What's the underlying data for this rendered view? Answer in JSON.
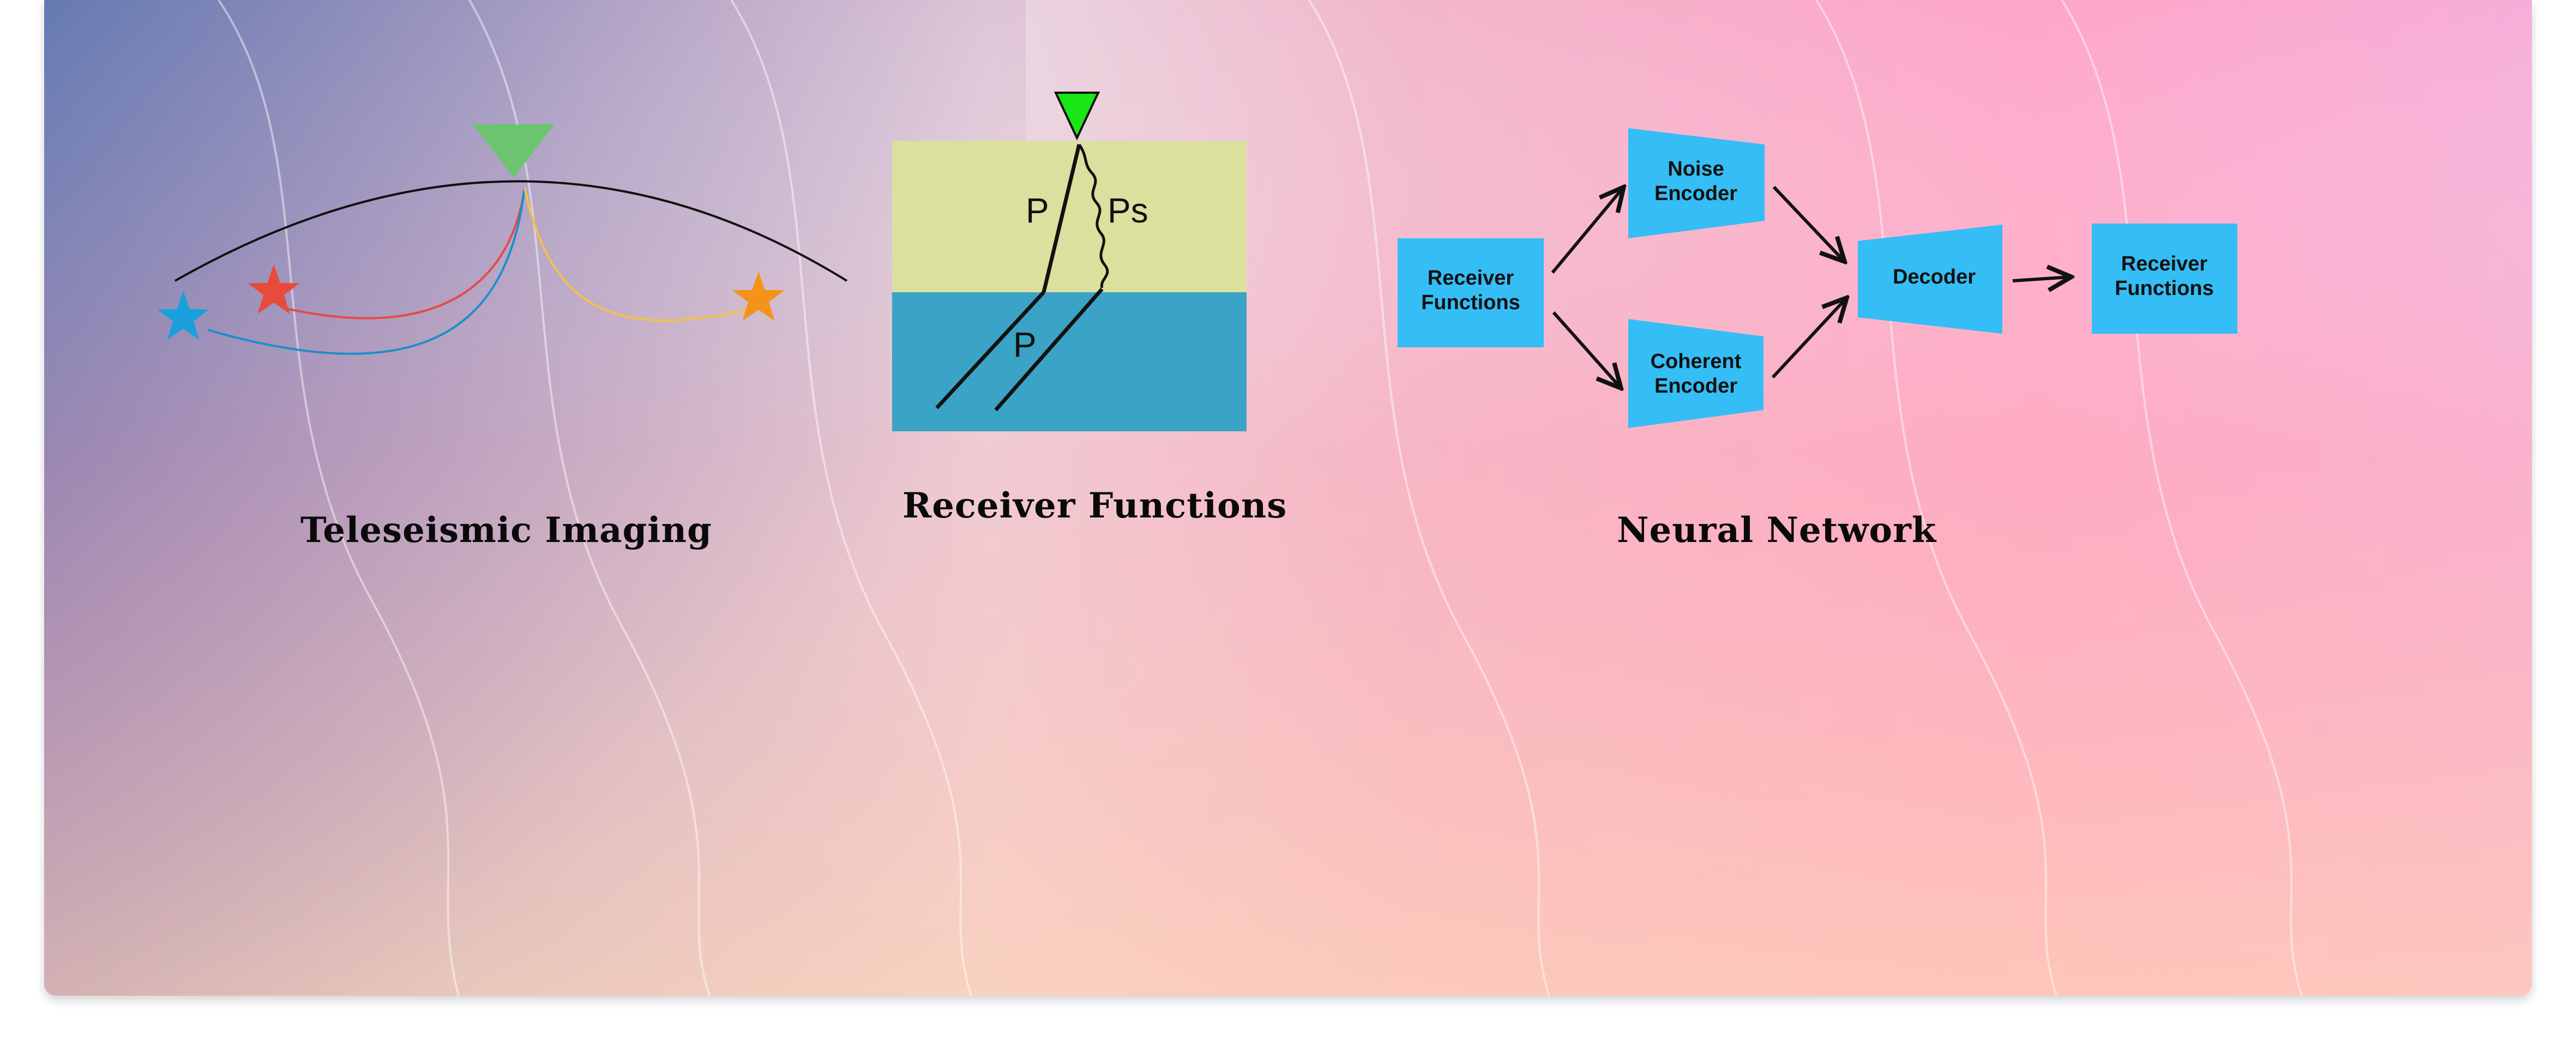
{
  "colors": {
    "background_start": "#6c84b8",
    "background_mid": "#f7c8d2",
    "background_end": "#ff9dc4",
    "box_blue": "#35bdf5",
    "triangle_green": "#6cc56e",
    "triangle_green_bright": "#19e615",
    "layer_top": "#dbe09e",
    "layer_bottom": "#3aa3c6",
    "ray_red": "#e44b47",
    "ray_blue": "#1b8fc9",
    "ray_yellow": "#f0c24a",
    "star_red": "#e84b3c",
    "star_blue": "#1b9fdc",
    "star_orange": "#f39318"
  },
  "panels": {
    "teleseismic": {
      "title": "Teleseismic Imaging",
      "icons": [
        "station-triangle-icon",
        "red-star-icon",
        "blue-star-icon",
        "orange-star-icon"
      ]
    },
    "receiver_functions": {
      "title": "Receiver Functions",
      "labels": {
        "p_upper": "P",
        "ps": "Ps",
        "p_lower": "P"
      }
    },
    "neural_network": {
      "title": "Neural Network",
      "boxes": {
        "input_line1": "Receiver",
        "input_line2": "Functions",
        "noise_line1": "Noise",
        "noise_line2": "Encoder",
        "coherent_line1": "Coherent",
        "coherent_line2": "Encoder",
        "decoder": "Decoder",
        "output_line1": "Receiver",
        "output_line2": "Functions"
      }
    }
  }
}
